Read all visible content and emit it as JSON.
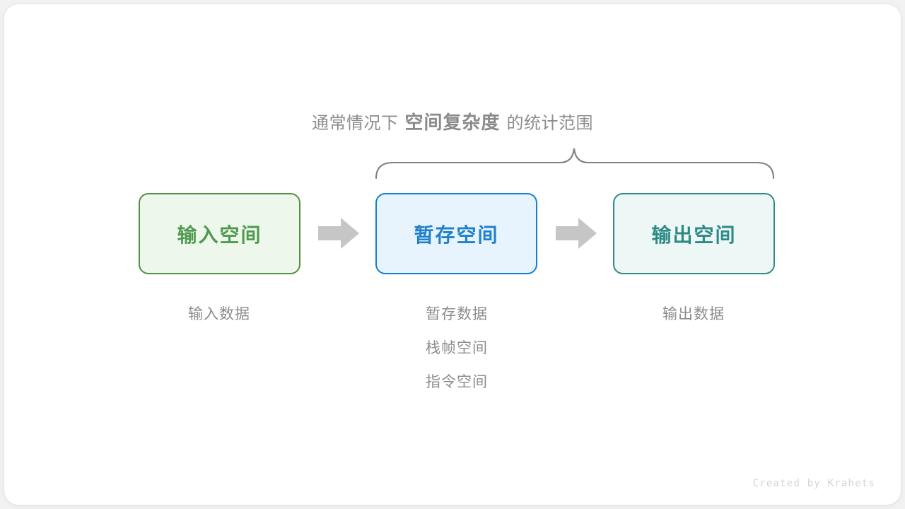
{
  "diagram": {
    "headline": {
      "prefix": "通常情况下",
      "emphasis": "空间复杂度",
      "suffix": "的统计范围"
    },
    "brace": {
      "label": "curly-brace-spanning-temp-and-output",
      "color": "#808080"
    },
    "nodes": [
      {
        "id": "input",
        "label": "输入空间",
        "border_color": "#55903f",
        "fill_color": "#eef7ec",
        "text_color": "#4f9a50"
      },
      {
        "id": "temp",
        "label": "暂存空间",
        "border_color": "#1580d1",
        "fill_color": "#e7f4fd",
        "text_color": "#2080ca"
      },
      {
        "id": "output",
        "label": "输出空间",
        "border_color": "#2f8c86",
        "fill_color": "#edf7f5",
        "text_color": "#2d8b85"
      }
    ],
    "arrows": [
      {
        "id": "arrow-1",
        "color": "#c6c6c6"
      },
      {
        "id": "arrow-2",
        "color": "#c6c6c6"
      }
    ],
    "captions": {
      "input": [
        "输入数据"
      ],
      "temp": [
        "暂存数据",
        "栈帧空间",
        "指令空间"
      ],
      "output": [
        "输出数据"
      ]
    },
    "caption_color": "#8d8d8d",
    "credit": "Created by Krahets"
  }
}
